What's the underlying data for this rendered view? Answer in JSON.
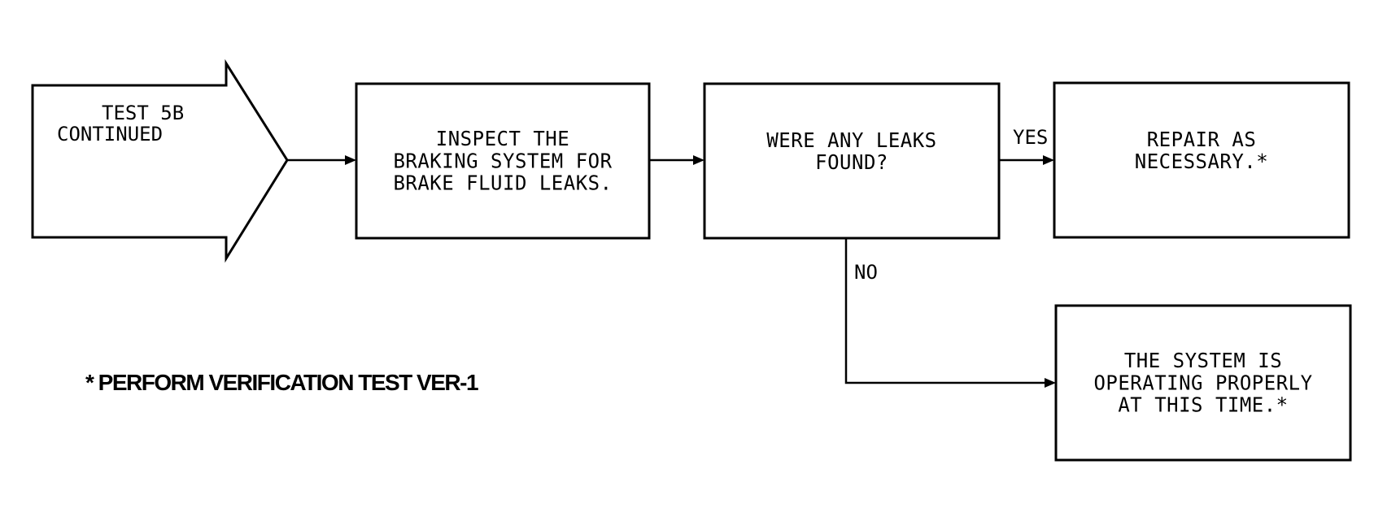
{
  "entry": {
    "line1": "TEST 5B",
    "line2": "CONTINUED"
  },
  "steps": {
    "inspect": "INSPECT THE\nBRAKING SYSTEM FOR\nBRAKE FLUID LEAKS.",
    "question": "WERE ANY LEAKS\nFOUND?",
    "repair": "REPAIR AS\nNECESSARY.*",
    "operating": "THE SYSTEM IS\nOPERATING PROPERLY\nAT THIS TIME.*"
  },
  "branches": {
    "yes": "YES",
    "no": "NO"
  },
  "footnote": "* PERFORM VERIFICATION TEST VER-1"
}
